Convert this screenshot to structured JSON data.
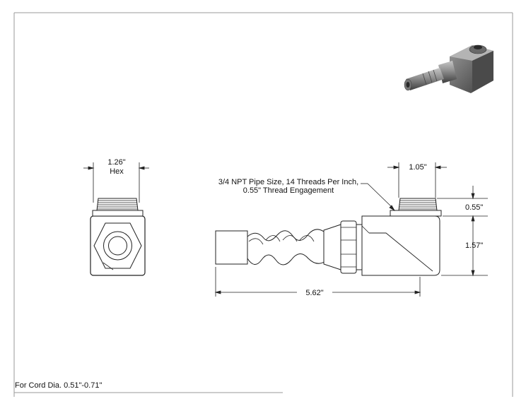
{
  "hex_dim": {
    "value": "1.26\"",
    "unit_label": "Hex"
  },
  "thread_note": {
    "line1": "3/4 NPT Pipe Size, 14 Threads Per Inch,",
    "line2": "0.55\" Thread Engagement"
  },
  "thread_od": "1.05\"",
  "thread_length": "0.55\"",
  "body_height": "1.57\"",
  "overall_length": "5.62\"",
  "footer_note": "For Cord Dia. 0.51\"-0.71\""
}
